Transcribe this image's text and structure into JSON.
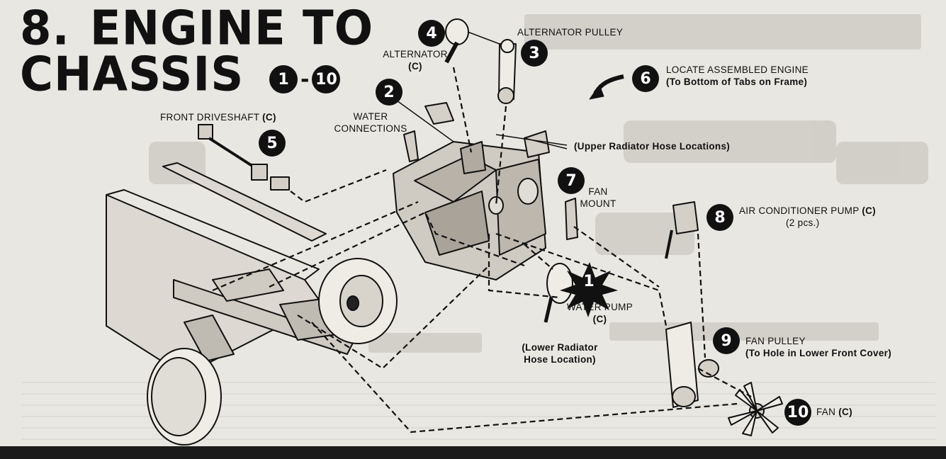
{
  "title": {
    "line1_num": "8.",
    "line1": "ENGINE TO",
    "line2": "CHASSIS",
    "range_start": "1",
    "range_dash": "-",
    "range_end": "10"
  },
  "steps": [
    {
      "num": "1",
      "label": "WATER PUMP",
      "part": "(C)"
    },
    {
      "num": "2",
      "label_1": "WATER",
      "label_2": "CONNECTIONS"
    },
    {
      "num": "3",
      "label": "ALTERNATOR PULLEY"
    },
    {
      "num": "4",
      "label": "ALTERNATOR",
      "part": "(C)"
    },
    {
      "num": "5",
      "label": "FRONT DRIVESHAFT",
      "part": "(C)"
    },
    {
      "num": "6",
      "label": "LOCATE ASSEMBLED ENGINE",
      "note": "(To Bottom of Tabs on Frame)"
    },
    {
      "num": "7",
      "label_1": "FAN",
      "label_2": "MOUNT"
    },
    {
      "num": "8",
      "label": "AIR CONDITIONER PUMP",
      "part": "(C)",
      "qty": "(2 pcs.)"
    },
    {
      "num": "9",
      "label": "FAN PULLEY",
      "note": "(To Hole in Lower Front Cover)"
    },
    {
      "num": "10",
      "label": "FAN",
      "part": "(C)"
    }
  ],
  "notes": {
    "upper_radiator": "(Upper Radiator Hose Locations)",
    "lower_radiator_1": "(Lower Radiator",
    "lower_radiator_2": "Hose Location)"
  }
}
